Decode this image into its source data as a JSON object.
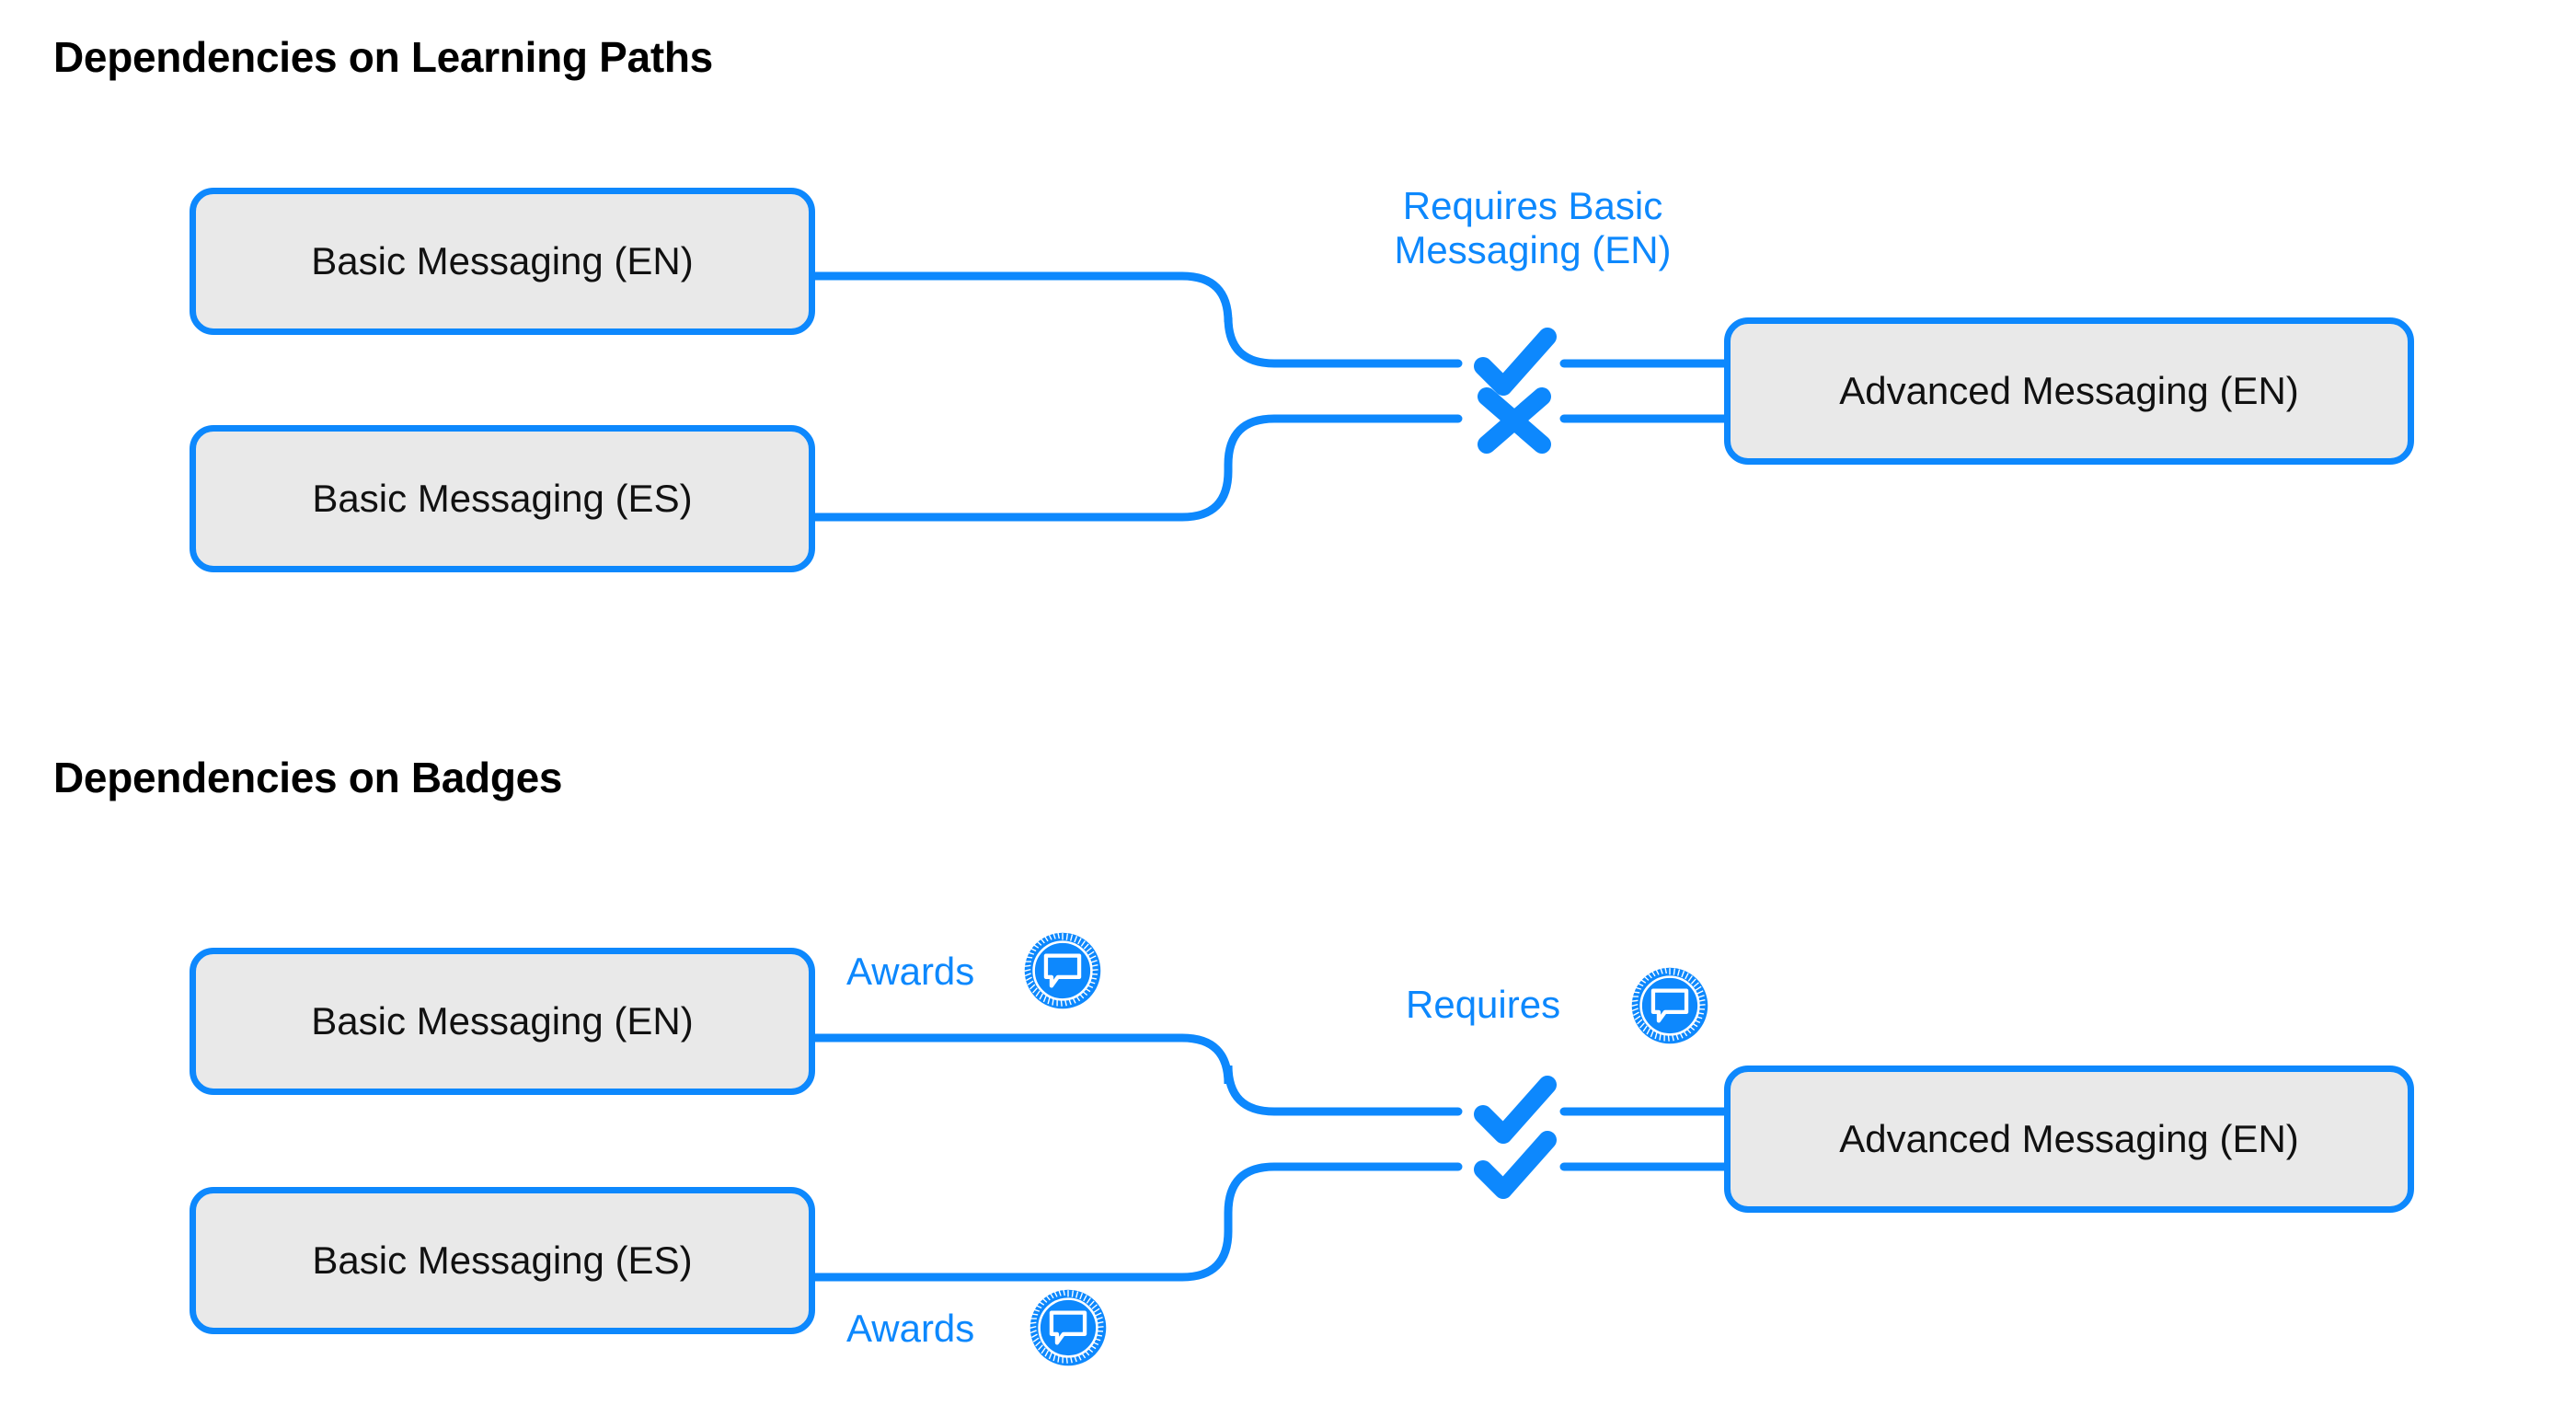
{
  "page": {
    "background": "#ffffff",
    "accent_blue": "#0d88fd",
    "node_fill": "#e9e9e9",
    "text_color": "#111111"
  },
  "sections": [
    {
      "id": "learning-paths",
      "title": "Dependencies on Learning Paths",
      "nodes": {
        "source_top": "Basic Messaging (EN)",
        "source_bottom": "Basic Messaging (ES)",
        "target": "Advanced Messaging (EN)"
      },
      "edge_label": {
        "line1": "Requires Basic",
        "line2": "Messaging (EN)"
      },
      "edges": [
        {
          "from": "Basic Messaging (EN)",
          "to": "Advanced Messaging (EN)",
          "status": "satisfied",
          "marker": "check-icon"
        },
        {
          "from": "Basic Messaging (ES)",
          "to": "Advanced Messaging (EN)",
          "status": "unsatisfied",
          "marker": "cross-icon"
        }
      ]
    },
    {
      "id": "badges",
      "title": "Dependencies on Badges",
      "nodes": {
        "source_top": "Basic Messaging (EN)",
        "source_bottom": "Basic Messaging (ES)",
        "target": "Advanced Messaging (EN)"
      },
      "labels": {
        "awards_top": "Awards",
        "awards_bottom": "Awards",
        "requires": "Requires"
      },
      "badge_icon_name": "messaging-badge-icon",
      "edges": [
        {
          "from": "Basic Messaging (EN)",
          "to": "Advanced Messaging (EN)",
          "status": "satisfied",
          "marker": "check-icon"
        },
        {
          "from": "Basic Messaging (ES)",
          "to": "Advanced Messaging (EN)",
          "status": "satisfied",
          "marker": "check-icon"
        }
      ]
    }
  ]
}
